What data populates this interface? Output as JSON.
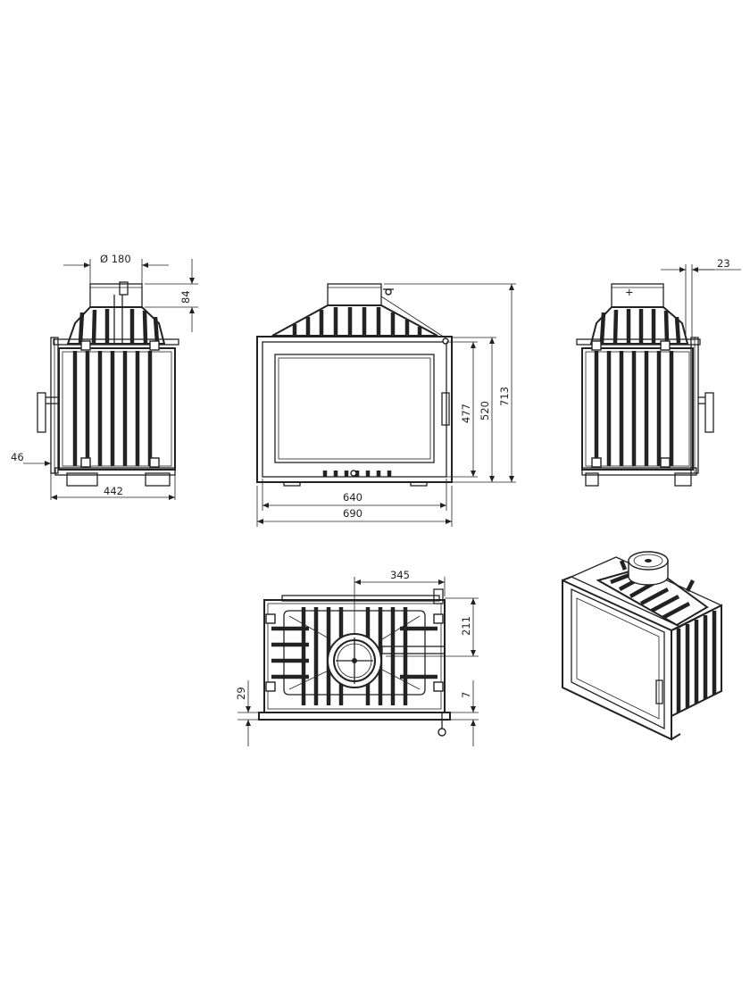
{
  "drawing": {
    "views": [
      "side-left",
      "front",
      "side-right",
      "top",
      "isometric"
    ]
  },
  "dimensions": {
    "flue_diameter": "Ø 180",
    "flue_height": "84",
    "side_offset": "46",
    "depth": "442",
    "glass_height": "477",
    "door_height": "520",
    "total_height": "713",
    "glass_width": "640",
    "total_width": "690",
    "right_offset": "23",
    "flue_center": "345",
    "top_depth": "211",
    "top_front": "29",
    "top_step": "7"
  }
}
